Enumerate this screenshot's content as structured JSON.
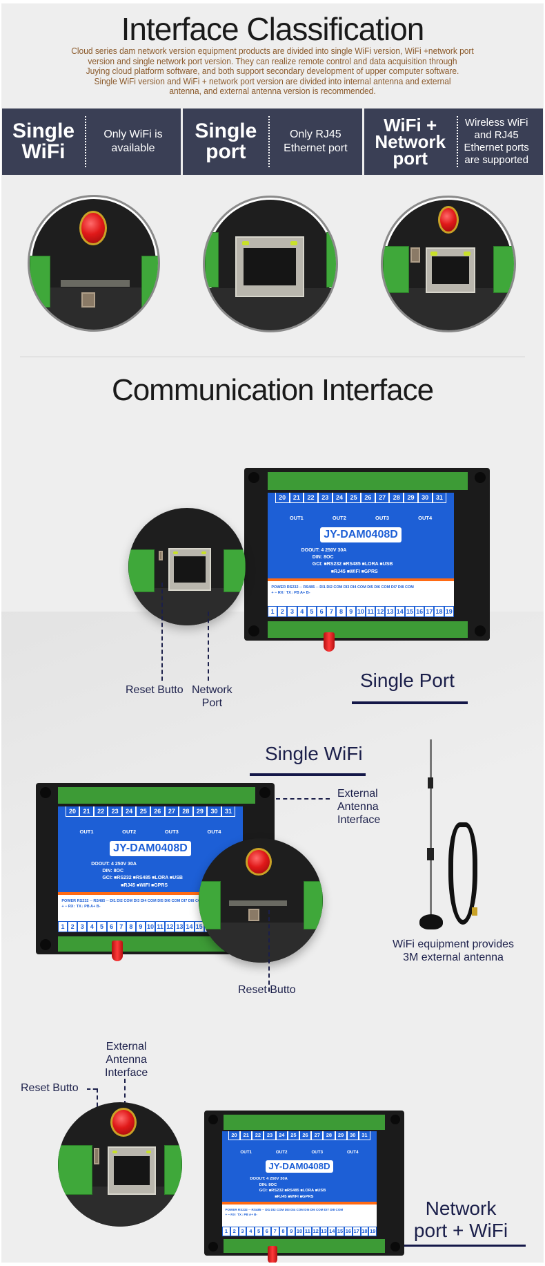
{
  "section1": {
    "title": "Interface Classification",
    "intro_lines": [
      "Cloud series dam network version equipment products are divided into single WiFi version, WiFi +network port",
      "version and single network port version. They can realize remote control and data acquisition through",
      "Juying cloud platform software, and both support secondary development of upper computer software.",
      "Single WiFi version and WiFi + network port version are divided into internal antenna and external",
      "antenna, and external antenna version is recommended."
    ],
    "classes": [
      {
        "name_line1": "Single",
        "name_line2": "WiFi",
        "name_line3": "",
        "desc_line1": "Only WiFi is",
        "desc_line2": "available",
        "desc_line3": "",
        "desc_line4": ""
      },
      {
        "name_line1": "Single",
        "name_line2": "port",
        "name_line3": "",
        "desc_line1": "Only RJ45",
        "desc_line2": "Ethernet port",
        "desc_line3": "",
        "desc_line4": ""
      },
      {
        "name_line1": "WiFi +",
        "name_line2": "Network",
        "name_line3": "port",
        "desc_line1": "Wireless WiFi",
        "desc_line2": "and RJ45",
        "desc_line3": "Ethernet ports",
        "desc_line4": "are supported"
      }
    ]
  },
  "section2": {
    "title": "Communication Interface",
    "device": {
      "top_terminals": [
        "20",
        "21",
        "22",
        "23",
        "24",
        "25",
        "26",
        "27",
        "28",
        "29",
        "30",
        "31"
      ],
      "outputs": [
        "OUT1",
        "OUT2",
        "OUT3",
        "OUT4"
      ],
      "model": "JY-DAM0408D",
      "spec_doout": "DOOUT: 4 250V 30A",
      "spec_din": "DIN: 8OC",
      "spec_gci_1": "GCI: ■RS232 ■RS485 ■LORA ■USB",
      "spec_gci_2": "■RJ45  ■WIFI  ■GPRS",
      "bottom_header": "POWER RS232 ─ RS485 ─   DI1 DI2 COM DI3 DI4 COM  DI5 DI6 COM  DI7 DI8 COM",
      "bottom_subheader": "+  −  RX↑ TX↓ PB  A+  B-",
      "bottom_terminals": [
        "1",
        "2",
        "3",
        "4",
        "5",
        "6",
        "7",
        "8",
        "9",
        "10",
        "11",
        "12",
        "13",
        "14",
        "15",
        "16",
        "17",
        "18",
        "19"
      ]
    },
    "single_port": {
      "heading": "Single Port",
      "callout_reset": "Reset Butto",
      "callout_network_1": "Network",
      "callout_network_2": "Port"
    },
    "single_wifi": {
      "heading": "Single WiFi",
      "callout_antenna_1": "External",
      "callout_antenna_2": "Antenna",
      "callout_antenna_3": "Interface",
      "callout_reset": "Reset Butto",
      "antenna_caption_1": "WiFi equipment provides",
      "antenna_caption_2": "3M external antenna"
    },
    "network_wifi": {
      "heading_1": "Network",
      "heading_2": "port + WiFi",
      "callout_antenna_1": "External",
      "callout_antenna_2": "Antenna",
      "callout_antenna_3": "Interface",
      "callout_reset": "Reset Butto"
    }
  },
  "colors": {
    "band": "#3a3f55",
    "intro_text": "#8b5a2b",
    "label_blue": "#1d5fd6",
    "accent_orange": "#ff6a13",
    "callout_navy": "#1b1f4a"
  }
}
